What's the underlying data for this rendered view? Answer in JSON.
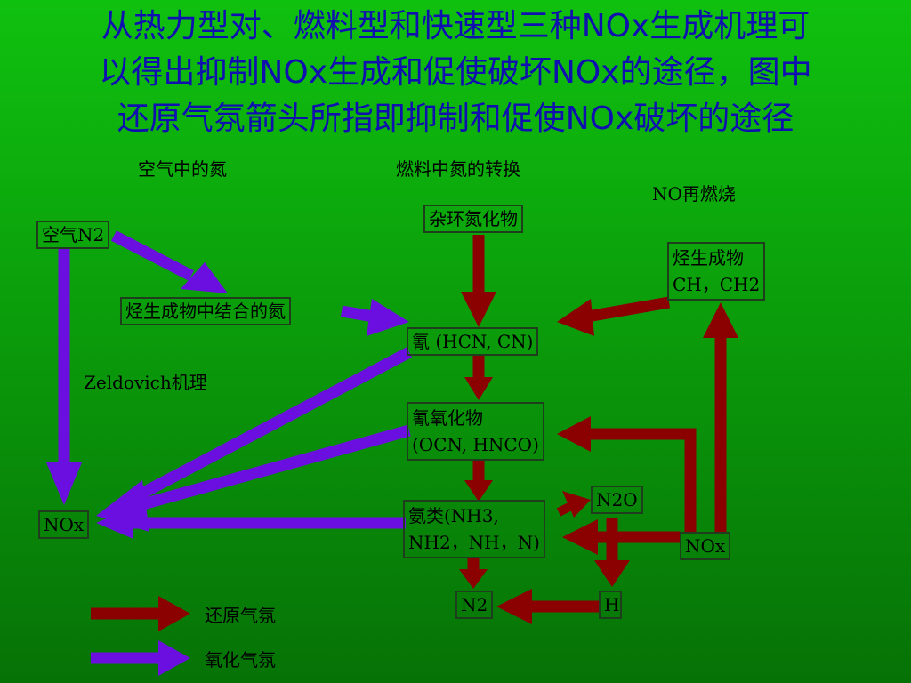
{
  "title": {
    "line1": "从热力型对、燃料型和快速型三种NOx生成机理可",
    "line2": "以得出抑制NOx生成和促使破坏NOx的途径，图中",
    "line3": "还原气氛箭头所指即抑制和促使NOx破坏的途径"
  },
  "section_labels": {
    "air_nitrogen": "空气中的氮",
    "fuel_nitrogen": "燃料中氮的转换",
    "reburn": "NO再燃烧",
    "zeldovich": "Zeldovich机理"
  },
  "boxes": {
    "air_n2": "空气N2",
    "heterocyclic": "杂环氮化物",
    "hydrocarbon": "烃生成物",
    "hydrocarbon_ch": "CH，CH2",
    "bound_n": "烃生成物中结合的氮",
    "cyanide": "氰 (HCN, CN)",
    "cyan_oxide_1": "氰氧化物",
    "cyan_oxide_2": "(OCN, HNCO)",
    "ammonia_1": "氨类(NH3,",
    "ammonia_2": "NH2，NH，N)",
    "n2o": "N2O",
    "nox_left": "NOx",
    "nox_right": "NOx",
    "n2": "N2",
    "h": "H"
  },
  "legend": {
    "reducing": "还原气氛",
    "oxidizing": "氧化气氛"
  },
  "colors": {
    "reducing_arrow": "#8b0000",
    "oxidizing_arrow": "#6a0fe0",
    "title_text": "#1010b0"
  }
}
